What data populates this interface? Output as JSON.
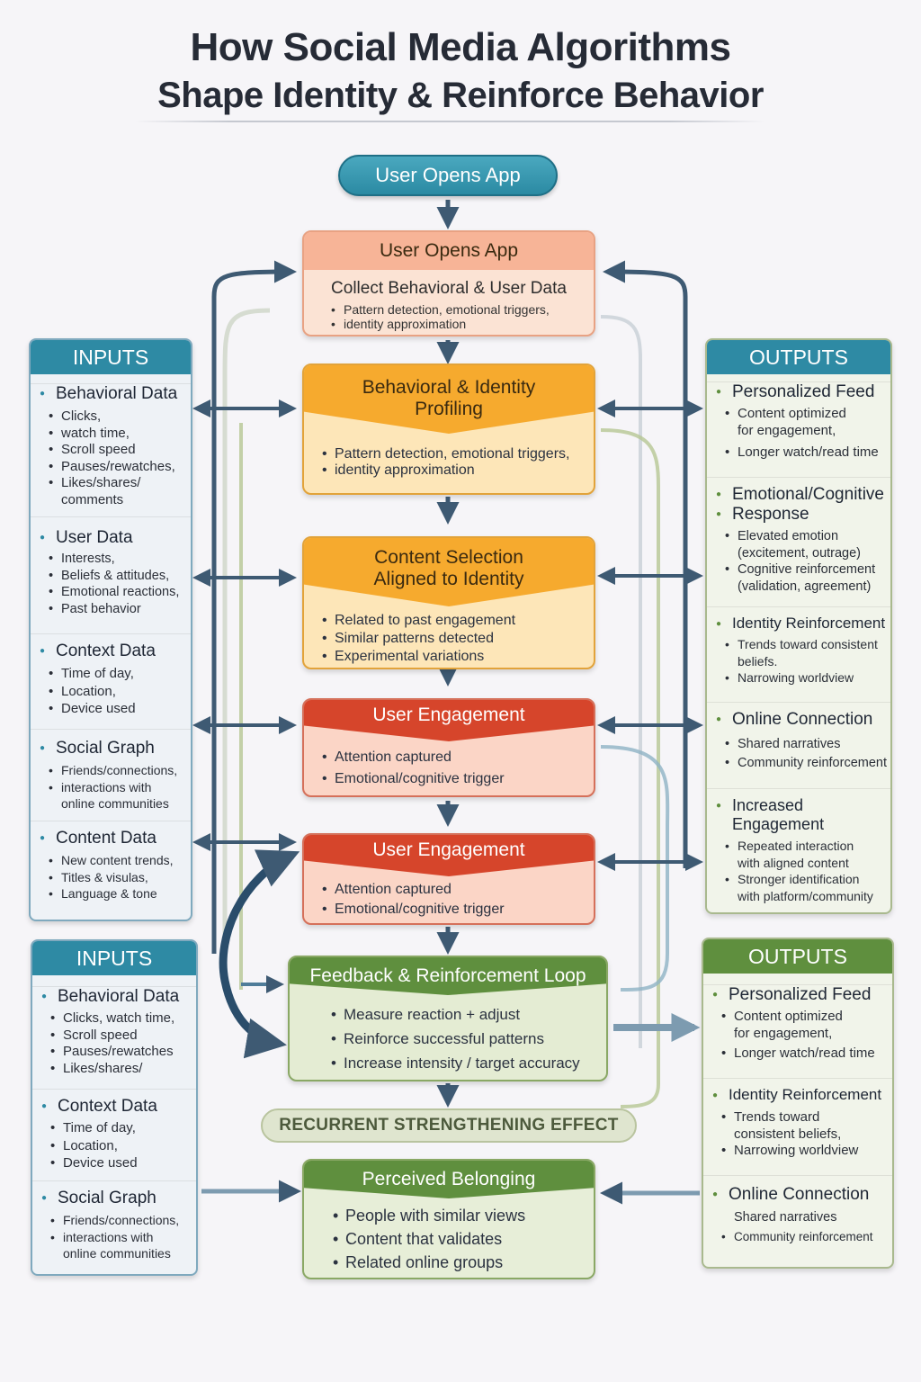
{
  "title": {
    "line1": "How Social Media Algorithms",
    "line2": "Shape Identity & Reinforce Behavior"
  },
  "start": "User Opens App",
  "flow": {
    "step1": {
      "title": "User Opens App",
      "subtitle": "Collect Behavioral & User Data",
      "bullets": [
        "Pattern detection,  emotional triggers,",
        "identity approximation"
      ]
    },
    "step2": {
      "title_line1": "Behavioral  & Identity",
      "title_line2": "Profiling",
      "bullets": [
        "Pattern detection, emotional triggers,",
        "identity approximation"
      ]
    },
    "step3": {
      "title_line1": "Content Selection",
      "title_line2": "Aligned to Identity",
      "bullets": [
        "Related to past engagement",
        "Similar patterns detected",
        "Experimental variations"
      ]
    },
    "step4": {
      "title": "User Engagement",
      "bullets": [
        "Attention captured",
        "Emotional/cognitive trigger"
      ]
    },
    "step5": {
      "title": "User Engagement",
      "bullets": [
        "Attention captured",
        "Emotional/cognitive trigger"
      ]
    },
    "step6": {
      "title": "Feedback & Reinforcement Loop",
      "bullets": [
        "Measure reaction + adjust",
        "Reinforce successful patterns",
        "Increase intensity / target accuracy"
      ]
    },
    "effect": "RECURRENT STRENGTHENING EFFECT",
    "step7": {
      "title": "Perceived Belonging",
      "bullets": [
        "People with similar views",
        "Content that validates",
        "Related online groups"
      ]
    }
  },
  "inputs_top": {
    "title": "INPUTS",
    "sections": [
      {
        "heading": "Behavioral Data",
        "items": [
          "Clicks,",
          "watch time,",
          "Scroll speed",
          "Pauses/rewatches,",
          "Likes/shares/",
          "comments"
        ]
      },
      {
        "heading": "User Data",
        "items": [
          "Interests,",
          "Beliefs & attitudes,",
          "Emotional reactions,",
          "Past behavior"
        ]
      },
      {
        "heading": "Context Data",
        "items": [
          "Time of day,",
          "Location,",
          "Device used"
        ]
      },
      {
        "heading": "Social Graph",
        "items": [
          "Friends/connections,",
          "interactions with",
          "online communities"
        ]
      },
      {
        "heading": "Content Data",
        "items": [
          "New content trends,",
          "Titles & visulas,",
          "Language & tone"
        ]
      }
    ]
  },
  "inputs_bottom": {
    "title": "INPUTS",
    "sections": [
      {
        "heading": "Behavioral Data",
        "items": [
          "Clicks, watch time,",
          "Scroll speed",
          "Pauses/rewatches",
          "Likes/shares/"
        ]
      },
      {
        "heading": "Context Data",
        "items": [
          "Time of day,",
          "Location,",
          "Device used"
        ]
      },
      {
        "heading": "Social Graph",
        "items": [
          "Friends/connections,",
          "interactions with",
          "online communities"
        ]
      }
    ]
  },
  "outputs_top": {
    "title": "OUTPUTS",
    "sections": [
      {
        "heading": "Personalized Feed",
        "items": [
          "Content optimized",
          "for engagement,",
          "Longer watch/read time"
        ]
      },
      {
        "heading": "Emotional/Cognitive",
        "heading2": "Response",
        "items": [
          "Elevated emotion",
          "(excitement, outrage)",
          "Cognitive reinforcement",
          "(validation, agreement)"
        ]
      },
      {
        "heading": "Identity Reinforcement",
        "items": [
          "Trends toward consistent",
          "beliefs.",
          "Narrowing worldview"
        ]
      },
      {
        "heading": "Online Connection",
        "items": [
          "Shared narratives",
          "Community reinforcement"
        ]
      },
      {
        "heading": "Increased Engagement",
        "items": [
          "Repeated interaction",
          "with aligned content",
          "Stronger identification",
          "with platform/community"
        ]
      }
    ]
  },
  "outputs_bottom": {
    "title": "OUTPUTS",
    "sections": [
      {
        "heading": "Personalized Feed",
        "items": [
          "Content optimized",
          "for engagement,",
          "Longer watch/read time"
        ]
      },
      {
        "heading": "Identity Reinforcement",
        "items": [
          "Trends toward",
          "consistent beliefs,",
          "Narrowing worldview"
        ]
      },
      {
        "heading": "Online Connection",
        "items": [
          "Shared narratives",
          "Community reinforcement"
        ]
      }
    ]
  },
  "colors": {
    "teal": "#2e8aa4",
    "peach": "#f7b497",
    "orange": "#f6aa2e",
    "red": "#d6452b",
    "green": "#5f8f3e",
    "arrow": "#3e5a73"
  }
}
